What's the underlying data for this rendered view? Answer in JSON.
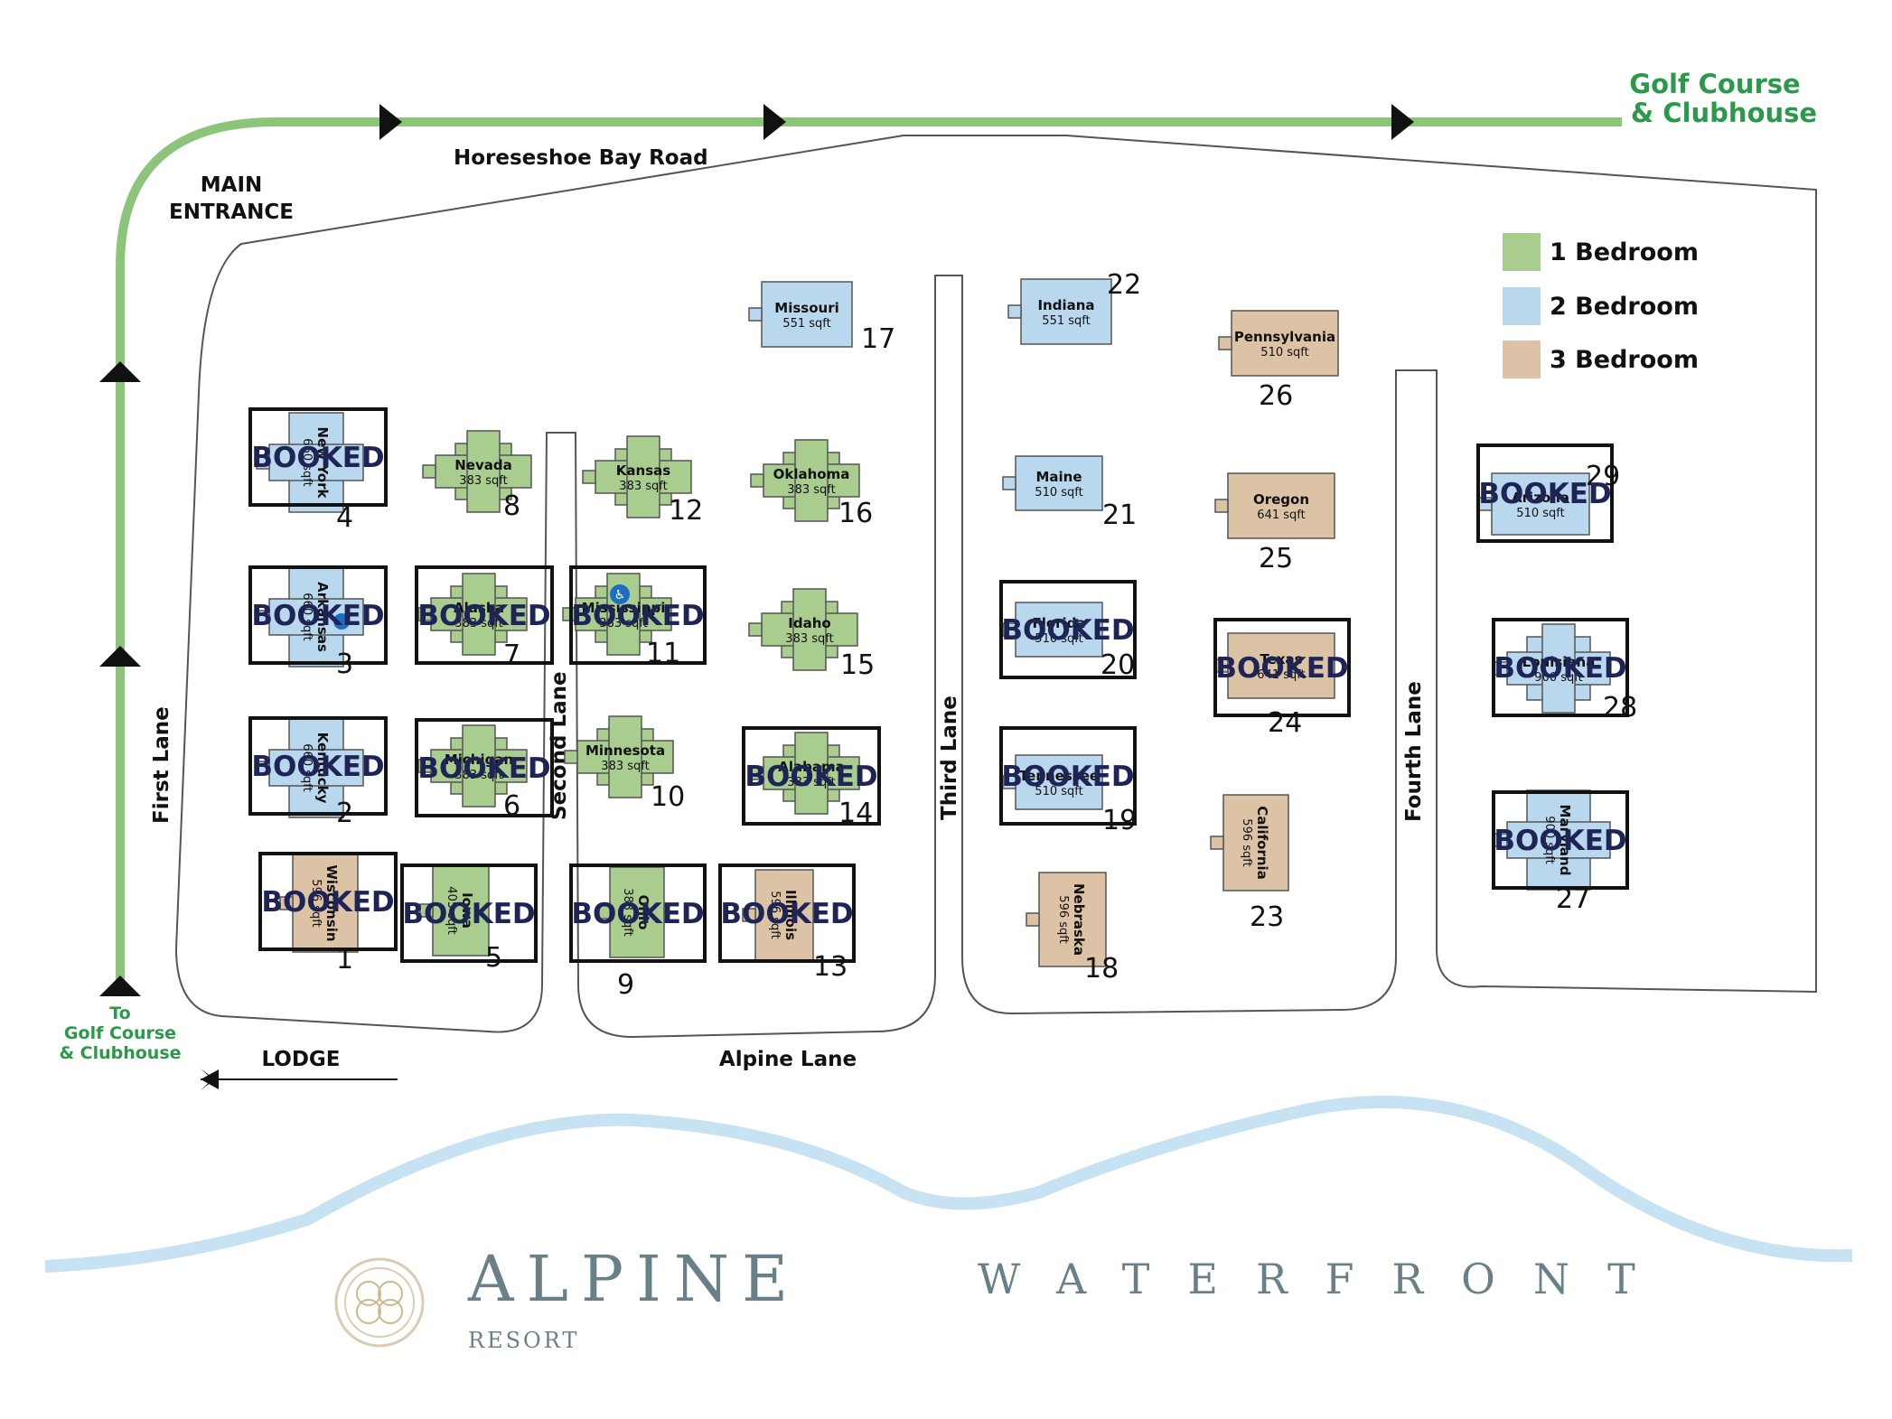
{
  "roads": {
    "main_road": "Horeseshoe Bay Road",
    "main_entrance": [
      "MAIN",
      "ENTRANCE"
    ],
    "first_lane": "First Lane",
    "second_lane": "Second Lane",
    "third_lane": "Third Lane",
    "fourth_lane": "Fourth Lane",
    "alpine_lane": "Alpine Lane",
    "lodge": "LODGE"
  },
  "destinations": {
    "top_right": [
      "Golf Course",
      "& Clubhouse"
    ],
    "bottom_left": [
      "To",
      "Golf Course",
      "& Clubhouse"
    ]
  },
  "legend": [
    {
      "label": "1 Bedroom",
      "color": "#a9cd8e"
    },
    {
      "label": "2 Bedroom",
      "color": "#b9d8ee"
    },
    {
      "label": "3 Bedroom",
      "color": "#dcc3a6"
    }
  ],
  "booked_label": "BOOKED",
  "cabins": [
    {
      "num": "1",
      "name": "Wisconsin",
      "sqft": "596 sqft",
      "type": 3,
      "booked": true
    },
    {
      "num": "2",
      "name": "Kentucky",
      "sqft": "660 sqft",
      "type": 2,
      "booked": true
    },
    {
      "num": "3",
      "name": "Arkansas",
      "sqft": "660 sqft",
      "type": 2,
      "booked": true
    },
    {
      "num": "4",
      "name": "New York",
      "sqft": "660 sqft",
      "type": 2,
      "booked": true
    },
    {
      "num": "5",
      "name": "Iowa",
      "sqft": "405 sqft",
      "type": 1,
      "booked": true
    },
    {
      "num": "6",
      "name": "Michigan",
      "sqft": "383 sqft",
      "type": 1,
      "booked": true
    },
    {
      "num": "7",
      "name": "Alaska",
      "sqft": "383 sqft",
      "type": 1,
      "booked": true
    },
    {
      "num": "8",
      "name": "Nevada",
      "sqft": "383 sqft",
      "type": 1,
      "booked": false
    },
    {
      "num": "9",
      "name": "Ohio",
      "sqft": "383 sqft",
      "type": 1,
      "booked": true
    },
    {
      "num": "10",
      "name": "Minnesota",
      "sqft": "383 sqft",
      "type": 1,
      "booked": false
    },
    {
      "num": "11",
      "name": "Mississippi",
      "sqft": "383 sqft",
      "type": 1,
      "booked": true
    },
    {
      "num": "12",
      "name": "Kansas",
      "sqft": "383 sqft",
      "type": 1,
      "booked": false
    },
    {
      "num": "13",
      "name": "Illinois",
      "sqft": "596 sqft",
      "type": 3,
      "booked": true
    },
    {
      "num": "14",
      "name": "Alabama",
      "sqft": "383 sqft",
      "type": 1,
      "booked": true
    },
    {
      "num": "15",
      "name": "Idaho",
      "sqft": "383 sqft",
      "type": 1,
      "booked": false
    },
    {
      "num": "16",
      "name": "Oklahoma",
      "sqft": "383 sqft",
      "type": 1,
      "booked": false
    },
    {
      "num": "17",
      "name": "Missouri",
      "sqft": "551 sqft",
      "type": 2,
      "booked": false
    },
    {
      "num": "18",
      "name": "Nebraska",
      "sqft": "596 sqft",
      "type": 3,
      "booked": false
    },
    {
      "num": "19",
      "name": "Tennessee",
      "sqft": "510 sqft",
      "type": 2,
      "booked": true
    },
    {
      "num": "20",
      "name": "Florida",
      "sqft": "510 sqft",
      "type": 2,
      "booked": true
    },
    {
      "num": "21",
      "name": "Maine",
      "sqft": "510 sqft",
      "type": 2,
      "booked": false
    },
    {
      "num": "22",
      "name": "Indiana",
      "sqft": "551 sqft",
      "type": 2,
      "booked": false
    },
    {
      "num": "23",
      "name": "California",
      "sqft": "596 sqft",
      "type": 3,
      "booked": false
    },
    {
      "num": "24",
      "name": "Texas",
      "sqft": "641 sqft",
      "type": 3,
      "booked": true
    },
    {
      "num": "25",
      "name": "Oregon",
      "sqft": "641 sqft",
      "type": 3,
      "booked": false
    },
    {
      "num": "26",
      "name": "Pennsylvania",
      "sqft": "510 sqft",
      "type": 3,
      "booked": false
    },
    {
      "num": "27",
      "name": "Maryland",
      "sqft": "900 sqft",
      "type": 2,
      "booked": true
    },
    {
      "num": "28",
      "name": "Louisiana",
      "sqft": "900 sqft",
      "type": 2,
      "booked": true
    },
    {
      "num": "29",
      "name": "Arizona",
      "sqft": "510 sqft",
      "type": 2,
      "booked": true
    }
  ],
  "brand": {
    "name": "ALPINE",
    "tagline": "RESORT",
    "waterfront": "WATERFRONT"
  },
  "colors": {
    "path_green": "#8cc47a",
    "label_green": "#2a9a4a",
    "water_blue": "#c7e2f2",
    "booked_text": "#1e2455"
  }
}
